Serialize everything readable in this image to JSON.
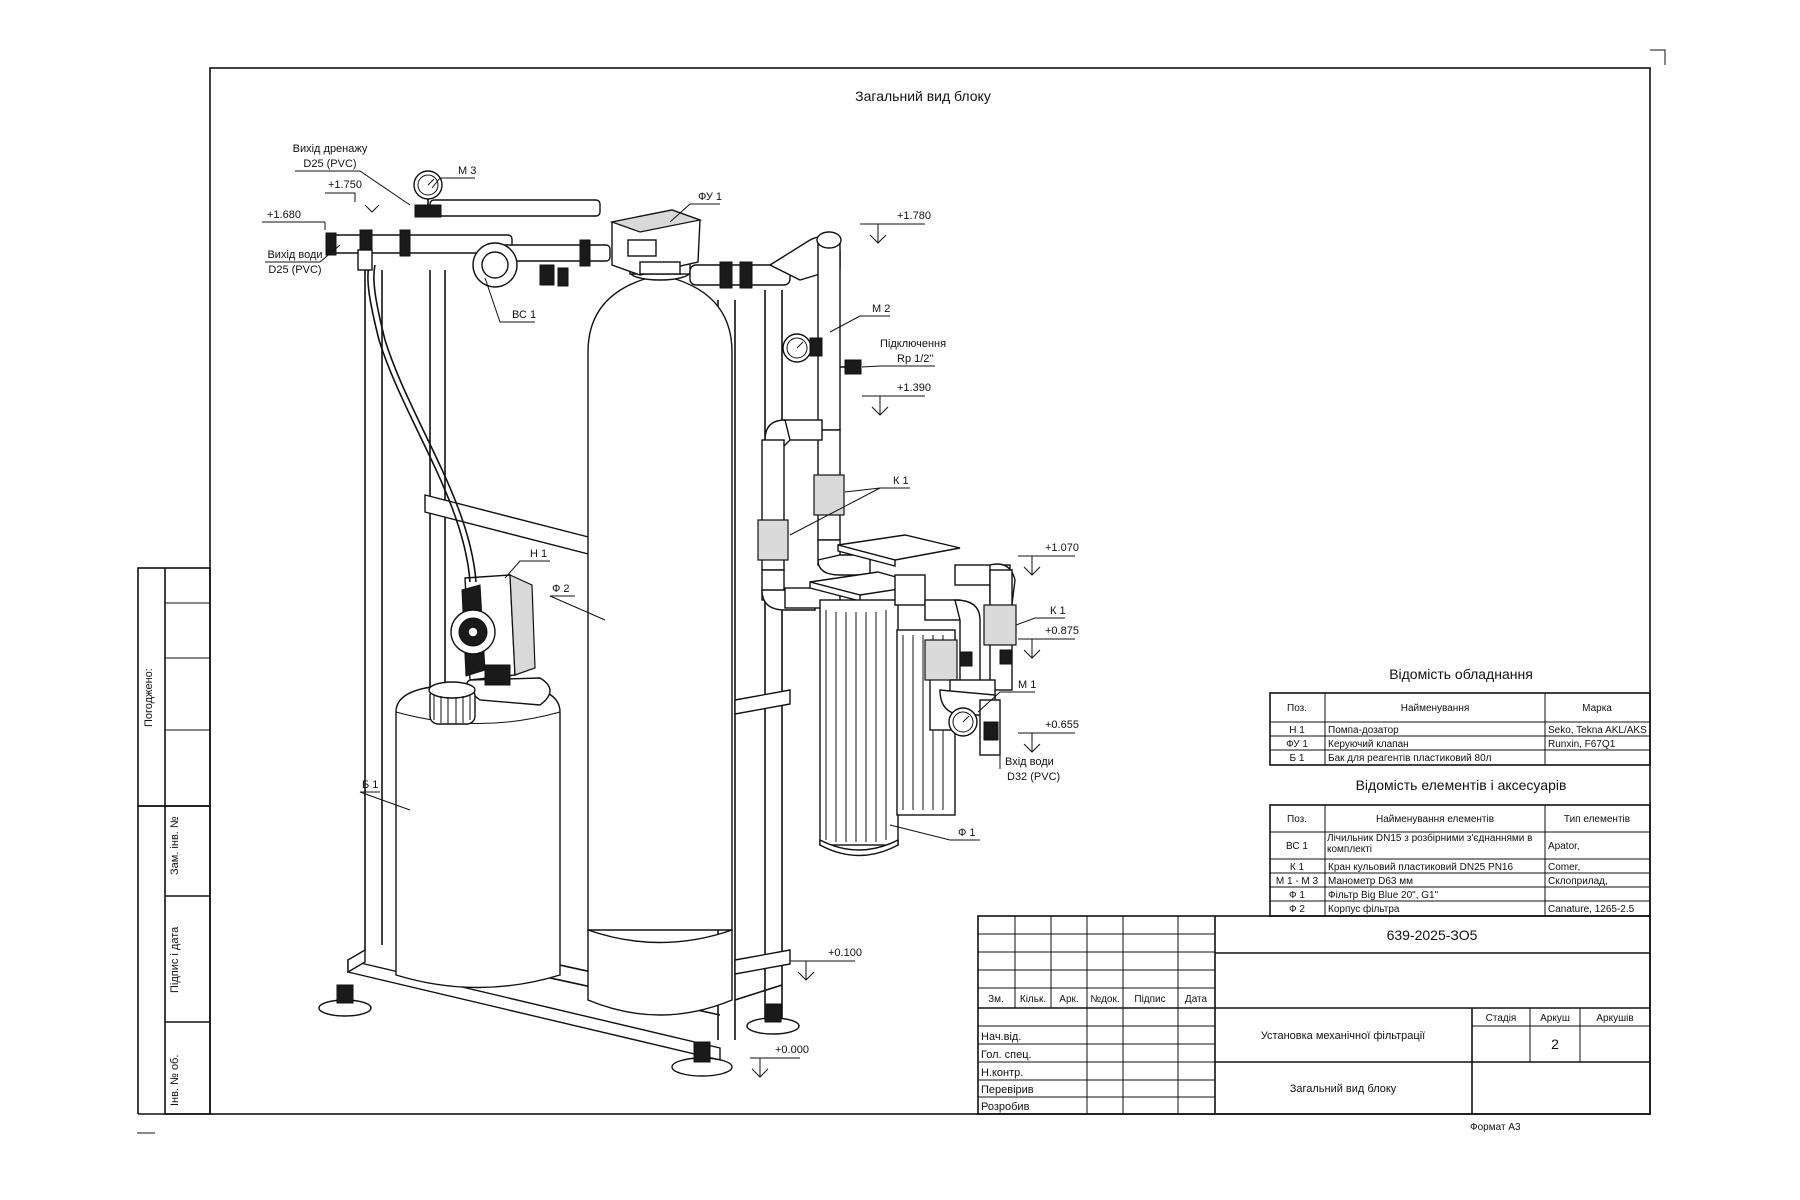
{
  "title": "Загальний вид блоку",
  "labels": {
    "drain_outlet": "Вихід дренажу",
    "drain_pvc": "D25 (PVC)",
    "m3": "М 3",
    "elev_1750": "+1.750",
    "elev_1680": "+1.680",
    "water_outlet": "Вихід води",
    "water_outlet_pvc": "D25 (PVC)",
    "vs1": "ВС 1",
    "fu1": "ФУ 1",
    "elev_1780": "+1.780",
    "m2": "М 2",
    "connection": "Підключення",
    "connection_size": "Rp 1/2\"",
    "elev_1390": "+1.390",
    "k1_top": "К 1",
    "n1": "Н 1",
    "f2": "Ф 2",
    "elev_1070": "+1.070",
    "k1_right": "К 1",
    "elev_0875": "+0.875",
    "m1": "М 1",
    "elev_0655": "+0.655",
    "water_inlet": "Вхід води",
    "water_inlet_pvc": "D32 (PVC)",
    "b1": "Б 1",
    "f1": "Ф 1",
    "elev_0100": "+0.100",
    "elev_0000": "+0.000"
  },
  "equipment_table": {
    "title": "Відомість обладнання",
    "headers": [
      "Поз.",
      "Найменування",
      "Марка"
    ],
    "rows": [
      [
        "Н 1",
        "Помпа-дозатор",
        "Seko, Tekna AKL/AKS"
      ],
      [
        "ФУ 1",
        "Керуючий клапан",
        "Runxin, F67Q1"
      ],
      [
        "Б 1",
        "Бак для реагентів пластиковий 80л",
        ""
      ]
    ]
  },
  "accessories_table": {
    "title": "Відомість елементів і аксесуарів",
    "headers": [
      "Поз.",
      "Найменування елементів",
      "Тип елементів"
    ],
    "rows": [
      [
        "ВС 1",
        "Лічильник DN15 з розбірними з'єднаннями в комплекті",
        "Apator,"
      ],
      [
        "К 1",
        "Кран кульовий пластиковий DN25 PN16",
        "Comer,"
      ],
      [
        "М 1 - М 3",
        "Манометр D63 мм",
        "Склоприлад,"
      ],
      [
        "Ф 1",
        "Фільтр Big Blue 20\", G1\"",
        ""
      ],
      [
        "Ф 2",
        "Корпус фільтра",
        "Canature, 1265-2.5"
      ]
    ]
  },
  "title_block": {
    "doc_number": "639-2025-ЗО5",
    "col_headers": [
      "Зм.",
      "Кільк.",
      "Арк.",
      "№док.",
      "Підпис",
      "Дата"
    ],
    "roles": [
      "Нач.від.",
      "Гол. спец.",
      "Н.контр.",
      "Перевірив",
      "Розробив"
    ],
    "project_name": "Установка механічної фільтрації",
    "sheet_name": "Загальний вид блоку",
    "stage_label": "Стадія",
    "sheet_label": "Аркуш",
    "sheets_label": "Аркушів",
    "sheet_value": "2",
    "format": "Формат А3"
  },
  "side_stamp": {
    "agreed": "Погоджено:",
    "replaced_inv": "Зам. інв. №",
    "sign_date": "Підпис і дата",
    "inv_orig": "Інв. № об."
  }
}
